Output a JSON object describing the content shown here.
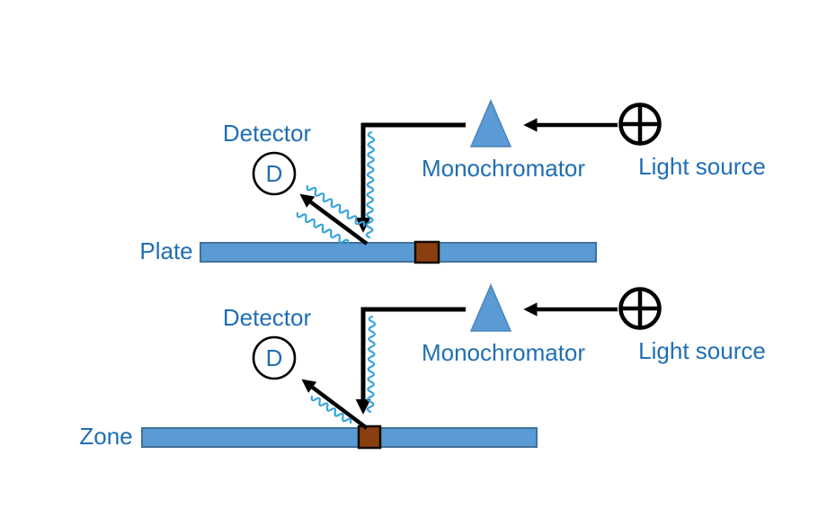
{
  "diagram": {
    "kind": "optical-scanning-schematic",
    "colors": {
      "label_text": "#1F6EB5",
      "bar_fill": "#5B9BD5",
      "bar_border": "#41719C",
      "zone_fill": "#8A3F10",
      "zone_border": "#140A00",
      "beam": "#000000",
      "radiation_wave": "#38A3DC",
      "monochromator_fill": "#5B9BD5",
      "monochromator_border": "#4A86B8"
    },
    "icons": {
      "light_source": "crossed-circle",
      "monochromator": "triangle",
      "detector": "circled-letter"
    },
    "setups": [
      {
        "id": "plate",
        "surface_label": "Plate",
        "detector_label": "Detector",
        "detector_symbol": "D",
        "monochromator_label": "Monochromator",
        "light_source_label": "Light source"
      },
      {
        "id": "zone",
        "surface_label": "Zone",
        "detector_label": "Detector",
        "detector_symbol": "D",
        "monochromator_label": "Monochromator",
        "light_source_label": "Light source"
      }
    ]
  }
}
